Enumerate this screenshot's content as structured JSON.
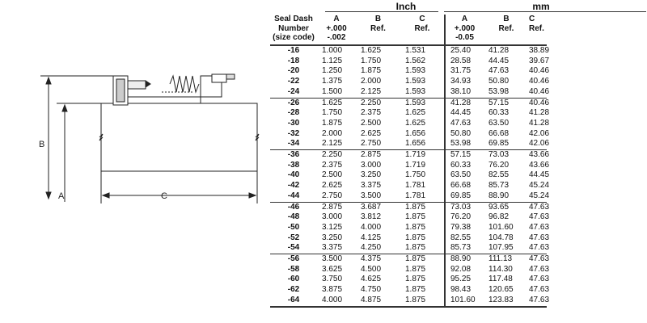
{
  "drawing": {
    "labels": {
      "a": "A",
      "b": "B",
      "c": "C"
    }
  },
  "table": {
    "group_inch": "Inch",
    "group_mm": "mm",
    "headers": [
      [
        "Seal Dash",
        "Number",
        "(size code)"
      ],
      [
        "A",
        "+.000",
        "-.002"
      ],
      [
        "B",
        "Ref.",
        ""
      ],
      [
        "C",
        "Ref.",
        ""
      ],
      [
        "A",
        "+.000",
        "-0.05"
      ],
      [
        "B",
        "Ref.",
        ""
      ],
      [
        "C",
        "Ref.",
        ""
      ]
    ],
    "rows": [
      [
        "-16",
        "1.000",
        "1.625",
        "1.531",
        "25.40",
        "41.28",
        "38.89"
      ],
      [
        "-18",
        "1.125",
        "1.750",
        "1.562",
        "28.58",
        "44.45",
        "39.67"
      ],
      [
        "-20",
        "1.250",
        "1.875",
        "1.593",
        "31.75",
        "47.63",
        "40.46"
      ],
      [
        "-22",
        "1.375",
        "2.000",
        "1.593",
        "34.93",
        "50.80",
        "40.46"
      ],
      [
        "-24",
        "1.500",
        "2.125",
        "1.593",
        "38.10",
        "53.98",
        "40.46"
      ],
      [
        "-26",
        "1.625",
        "2.250",
        "1.593",
        "41.28",
        "57.15",
        "40.46"
      ],
      [
        "-28",
        "1.750",
        "2.375",
        "1.625",
        "44.45",
        "60.33",
        "41.28"
      ],
      [
        "-30",
        "1.875",
        "2.500",
        "1.625",
        "47.63",
        "63.50",
        "41.28"
      ],
      [
        "-32",
        "2.000",
        "2.625",
        "1.656",
        "50.80",
        "66.68",
        "42.06"
      ],
      [
        "-34",
        "2.125",
        "2.750",
        "1.656",
        "53.98",
        "69.85",
        "42.06"
      ],
      [
        "-36",
        "2.250",
        "2.875",
        "1.719",
        "57.15",
        "73.03",
        "43.66"
      ],
      [
        "-38",
        "2.375",
        "3.000",
        "1.719",
        "60.33",
        "76.20",
        "43.66"
      ],
      [
        "-40",
        "2.500",
        "3.250",
        "1.750",
        "63.50",
        "82.55",
        "44.45"
      ],
      [
        "-42",
        "2.625",
        "3.375",
        "1.781",
        "66.68",
        "85.73",
        "45.24"
      ],
      [
        "-44",
        "2.750",
        "3.500",
        "1.781",
        "69.85",
        "88.90",
        "45.24"
      ],
      [
        "-46",
        "2.875",
        "3.687",
        "1.875",
        "73.03",
        "93.65",
        "47.63"
      ],
      [
        "-48",
        "3.000",
        "3.812",
        "1.875",
        "76.20",
        "96.82",
        "47.63"
      ],
      [
        "-50",
        "3.125",
        "4.000",
        "1.875",
        "79.38",
        "101.60",
        "47.63"
      ],
      [
        "-52",
        "3.250",
        "4.125",
        "1.875",
        "82.55",
        "104.78",
        "47.63"
      ],
      [
        "-54",
        "3.375",
        "4.250",
        "1.875",
        "85.73",
        "107.95",
        "47.63"
      ],
      [
        "-56",
        "3.500",
        "4.375",
        "1.875",
        "88.90",
        "111.13",
        "47.63"
      ],
      [
        "-58",
        "3.625",
        "4.500",
        "1.875",
        "92.08",
        "114.30",
        "47.63"
      ],
      [
        "-60",
        "3.750",
        "4.625",
        "1.875",
        "95.25",
        "117.48",
        "47.63"
      ],
      [
        "-62",
        "3.875",
        "4.750",
        "1.875",
        "98.43",
        "120.65",
        "47.63"
      ],
      [
        "-64",
        "4.000",
        "4.875",
        "1.875",
        "101.60",
        "123.83",
        "47.63"
      ]
    ]
  }
}
